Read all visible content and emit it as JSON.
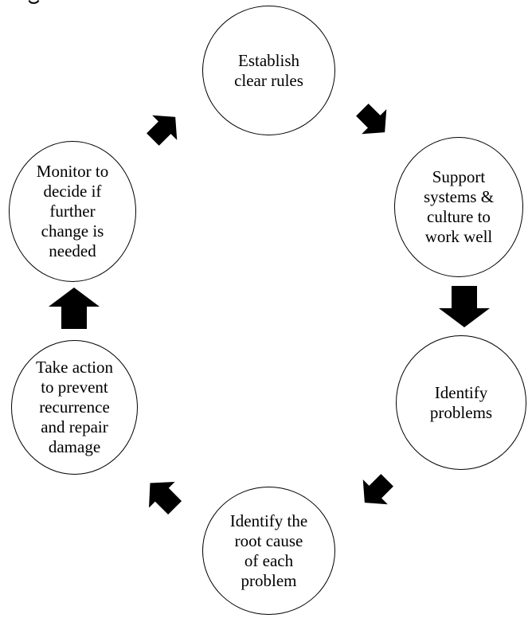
{
  "diagram": {
    "type": "cycle",
    "background": "#ffffff",
    "text_color": "#000000",
    "node_stroke_color": "#000000",
    "node_fill_color": "#ffffff",
    "arrow_color": "#000000",
    "nodes": [
      {
        "id": "establish-clear-rules",
        "position": "top",
        "lines": [
          "Establish",
          "clear rules"
        ]
      },
      {
        "id": "support-systems",
        "position": "top-right",
        "lines": [
          "Support",
          "systems &",
          "culture to",
          "work well"
        ]
      },
      {
        "id": "identify-problems",
        "position": "bottom-right",
        "lines": [
          "Identify",
          "problems"
        ]
      },
      {
        "id": "identify-root-cause",
        "position": "bottom",
        "lines": [
          "Identify the",
          "root cause",
          "of each",
          "problem"
        ]
      },
      {
        "id": "take-action",
        "position": "bottom-left",
        "lines": [
          "Take action",
          "to prevent",
          "recurrence",
          "and repair",
          "damage"
        ]
      },
      {
        "id": "monitor",
        "position": "top-left",
        "lines": [
          "Monitor to",
          "decide if",
          "further",
          "change is",
          "needed"
        ]
      }
    ],
    "arrows": [
      {
        "from": "establish-clear-rules",
        "to": "support-systems",
        "direction": "down-right"
      },
      {
        "from": "support-systems",
        "to": "identify-problems",
        "direction": "down"
      },
      {
        "from": "identify-problems",
        "to": "identify-root-cause",
        "direction": "down-left"
      },
      {
        "from": "identify-root-cause",
        "to": "take-action",
        "direction": "up-left"
      },
      {
        "from": "take-action",
        "to": "monitor",
        "direction": "up"
      },
      {
        "from": "monitor",
        "to": "establish-clear-rules",
        "direction": "up-right"
      }
    ]
  }
}
